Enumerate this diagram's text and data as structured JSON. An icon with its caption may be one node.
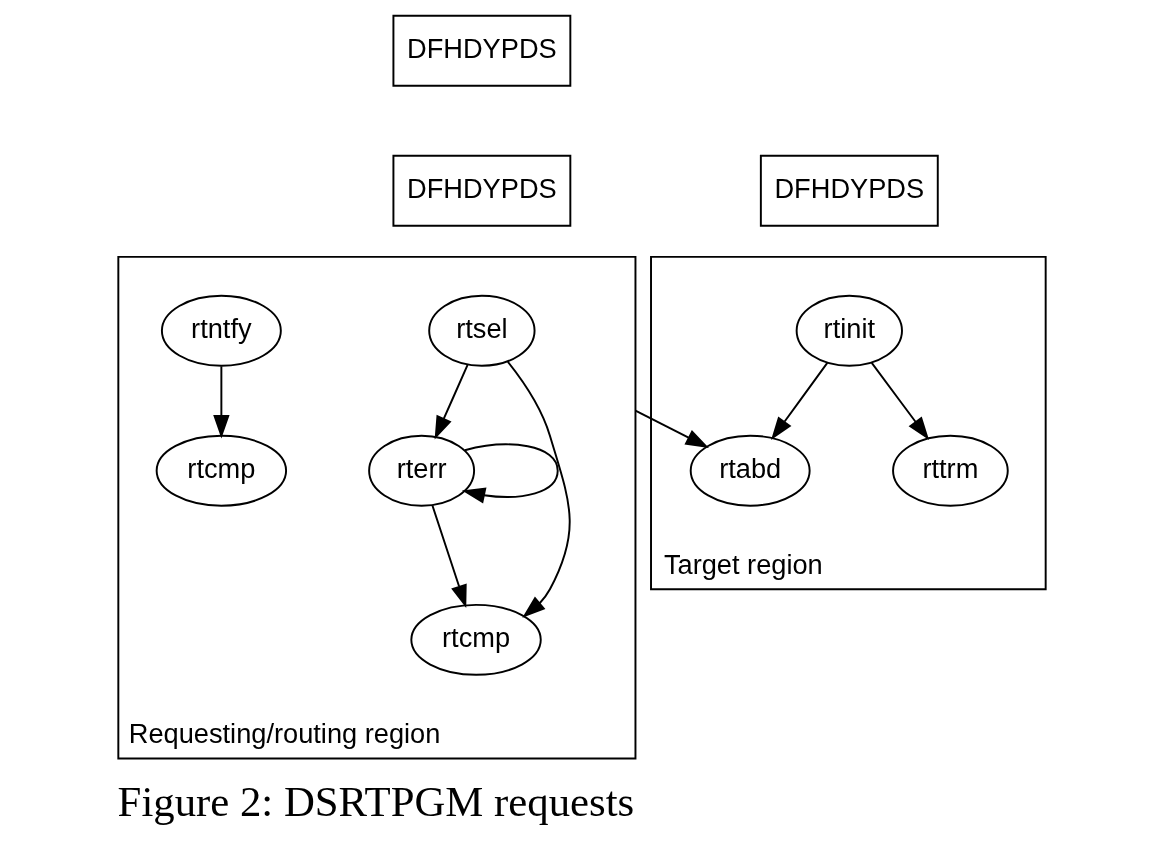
{
  "diagram": {
    "caption": "Figure 2: DSRTPGM requests",
    "nodes": [
      {
        "text": [
          "DFHDYPDS"
        ]
      },
      {
        "text": [
          "DFHDYPDS"
        ]
      },
      {
        "text": [
          "DFHDYPDS"
        ]
      },
      {
        "text": [],
        "shape": "box",
        "beside": [
          "Requesting/routing region"
        ]
      },
      {
        "text": [
          "rtsel"
        ],
        "in": 3
      },
      {
        "text": [
          "rterr"
        ],
        "in": 3
      },
      {
        "text": [
          "rtcmp"
        ],
        "in": 3
      },
      {
        "text": [
          "rtntfy"
        ],
        "in": 3
      },
      {
        "text": [
          "rtcmp"
        ],
        "in": 3
      },
      {
        "text": [],
        "shape": "box",
        "beside": [
          "Target region"
        ]
      },
      {
        "text": [
          "rtinit"
        ],
        "in": 9
      },
      {
        "text": [
          "rtabd"
        ],
        "in": 9
      },
      {
        "text": [
          "rttrm"
        ],
        "in": 9
      }
    ],
    "edges": [
      {
        "from": 4,
        "to": 5,
        "arrow": "to"
      },
      {
        "from": 4,
        "to": 6,
        "arrow": "to"
      },
      {
        "from": 5,
        "to": 5,
        "arrow": "to"
      },
      {
        "from": 5,
        "to": 6,
        "arrow": "to"
      },
      {
        "from": 7,
        "to": 8,
        "arrow": "to"
      },
      {
        "from": 3,
        "to": 11,
        "arrow": "to"
      },
      {
        "from": 10,
        "to": 11,
        "arrow": "to"
      },
      {
        "from": 10,
        "to": 12,
        "arrow": "to"
      }
    ]
  }
}
